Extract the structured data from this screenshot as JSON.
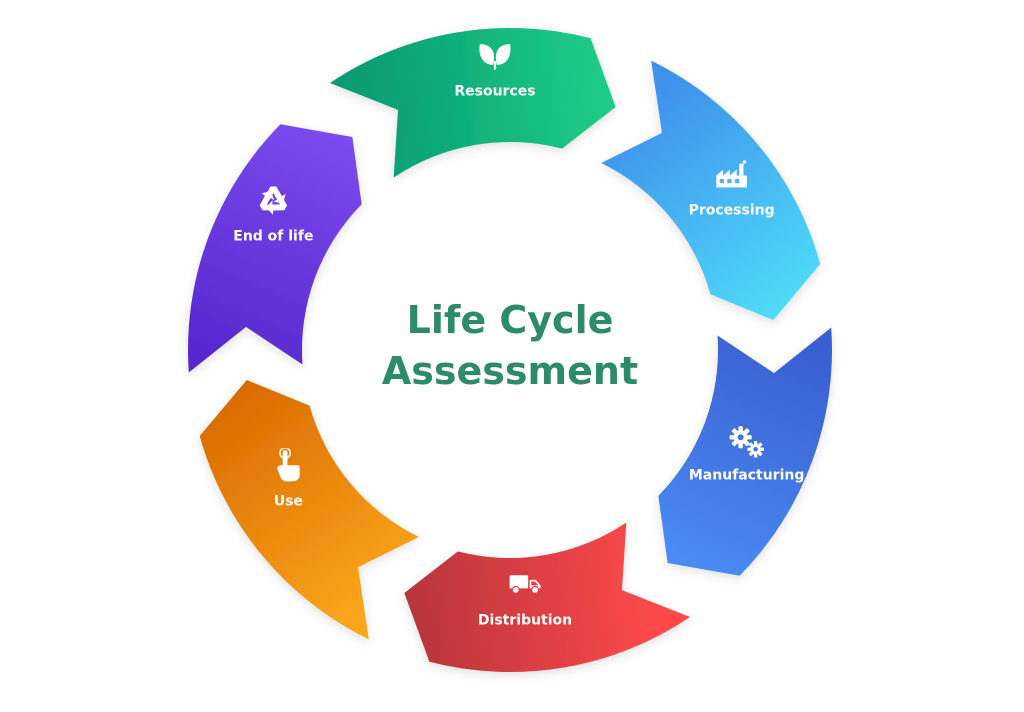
{
  "title": {
    "line1": "Life Cycle",
    "line2": "Assessment",
    "color": "#2e8b6a"
  },
  "stages": [
    {
      "id": "resources",
      "label": "Resources",
      "icon": "leaves-icon",
      "color_start": "#079b73",
      "color_end": "#1fce86"
    },
    {
      "id": "processing",
      "label": "Processing",
      "icon": "factory-icon",
      "color_start": "#3f91ec",
      "color_end": "#4fdcf8"
    },
    {
      "id": "manufacturing",
      "label": "Manufacturing",
      "icon": "gears-icon",
      "color_start": "#3a5fd0",
      "color_end": "#4a8cf5"
    },
    {
      "id": "distribution",
      "label": "Distribution",
      "icon": "truck-icon",
      "color_start": "#ff4a4a",
      "color_end": "#b8343c"
    },
    {
      "id": "use",
      "label": "Use",
      "icon": "hand-pointer-icon",
      "color_start": "#fba51c",
      "color_end": "#d96a00"
    },
    {
      "id": "end-of-life",
      "label": "End of life",
      "icon": "recycle-icon",
      "color_start": "#5728cf",
      "color_end": "#7b4cef"
    }
  ]
}
